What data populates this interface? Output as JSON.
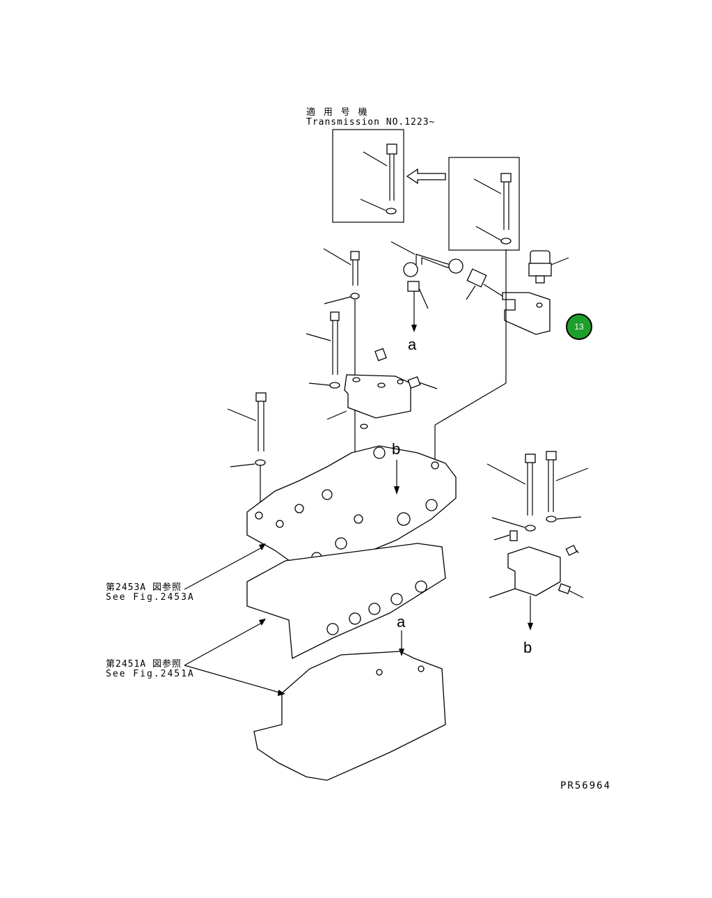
{
  "applicability": {
    "line1": "適 用 号 機",
    "line2": "Transmission NO.1223~"
  },
  "callout": {
    "number": "13",
    "color": "#1e9e2a"
  },
  "labels": {
    "a_top": "a",
    "a_bottom": "a",
    "b_top": "b",
    "b_right": "b"
  },
  "refs": [
    {
      "jp": "第2453A 図参照",
      "en": "See Fig.2453A"
    },
    {
      "jp": "第2451A 図参照",
      "en": "See Fig.2451A"
    }
  ],
  "drawing_id": "PR56964"
}
